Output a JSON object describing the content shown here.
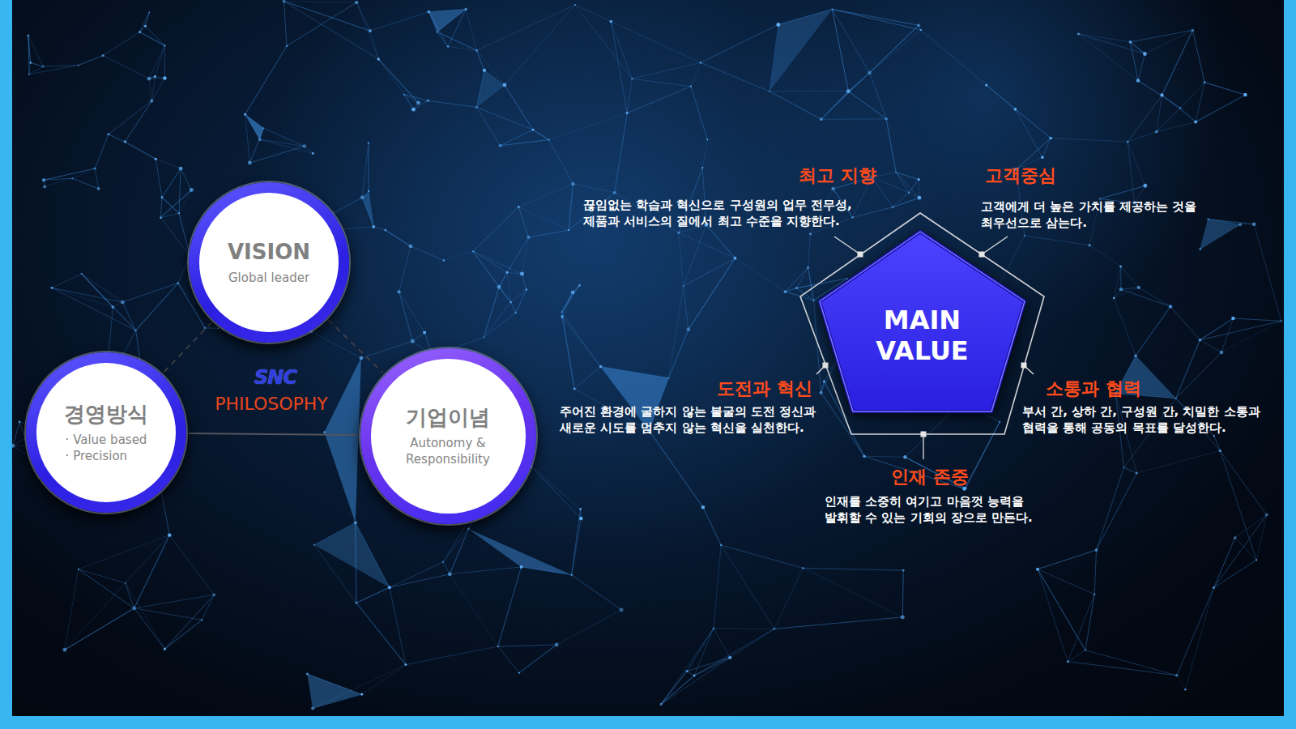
{
  "diagram": {
    "nodes": [
      {
        "text": [
          "VISION",
          "Global leader"
        ]
      },
      {
        "text": [
          "경영방식",
          "· Value based",
          "· Precision"
        ]
      },
      {
        "text": [
          "기업이념",
          "Autonomy & Responsibility"
        ]
      },
      {
        "text": [
          "MAIN VALUE"
        ]
      }
    ],
    "edges": [
      {
        "from": 0,
        "to": 1,
        "arrow": "none"
      },
      {
        "from": 0,
        "to": 2,
        "arrow": "none"
      },
      {
        "from": 1,
        "to": 2,
        "arrow": "none"
      }
    ],
    "labels": [
      "SNC",
      "PHILOSOPHY",
      "최고 지향",
      "끊임없는 학습과 혁신으로 구성원의 업무 전무성, 제품과 서비스의 질에서 최고 수준을 지향한다.",
      "고객중심",
      "고객에게 더 높은 가치를 제공하는 것을 최우선으로 삼는다.",
      "도전과 혁신",
      "주어진 환경에 굴하지 않는 불굴의 도전 정신과 새로운 시도를 멈추지 않는 혁신을 실천한다.",
      "소통과 협력",
      "부서 간, 상하 간, 구성원 간, 치밀한 소통과 협력을 통해 공동의 목표를 달성한다.",
      "인재 존중",
      "인재를 소중히 여기고 마음껏 능력을 발휘할 수 있는 기회의 장으로 만든다."
    ]
  }
}
